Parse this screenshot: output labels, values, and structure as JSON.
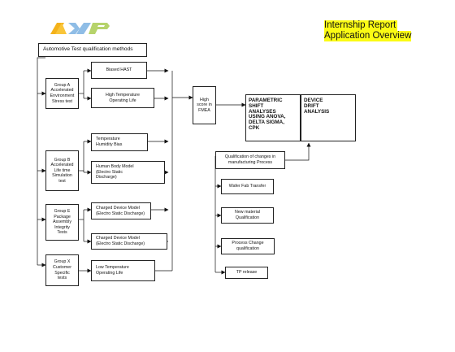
{
  "header": {
    "logo_text": "NXP",
    "report_title": "Internship Report",
    "report_subtitle": "Application Overview"
  },
  "diagram": {
    "root": "Automotive Test qualification methods",
    "groups": [
      "Group A\nAccelerated\nEnvironment\nStress test",
      "Group B\nAccelerated\nLife time\nSimulation\ntest",
      "Group E\nPackage\nAssembly\nIntegrity\nTests",
      "Group X\nCustomer\nSpecific\ntests"
    ],
    "tests": [
      "Biased HAST",
      "High Temperature\nOperating Life",
      "Temperature\nHumidity Bias",
      "Human Body Model\n(Electro Static\nDischarge)",
      "Charged Device Model\n(Electro Static Discharge)",
      "Charged Device Model\n(Electro Static Discharge)",
      "Low Temperature\nOperating Life"
    ],
    "fmea": "High\nscore in\nFMEA",
    "parametric": "PARAMETRIC\nSHIFT\nANALYSES\nUSING ANOVA,\nDELTA SIGMA,\nCPK",
    "drift": "DEVICE\nDRIFT\nANALYSIS",
    "changes": [
      "Qualification of changes in\nmanufacturing Process",
      "Wafer Fab Transfer",
      "New material\nQualification",
      "Process Change\nqualification",
      "TP release"
    ]
  }
}
